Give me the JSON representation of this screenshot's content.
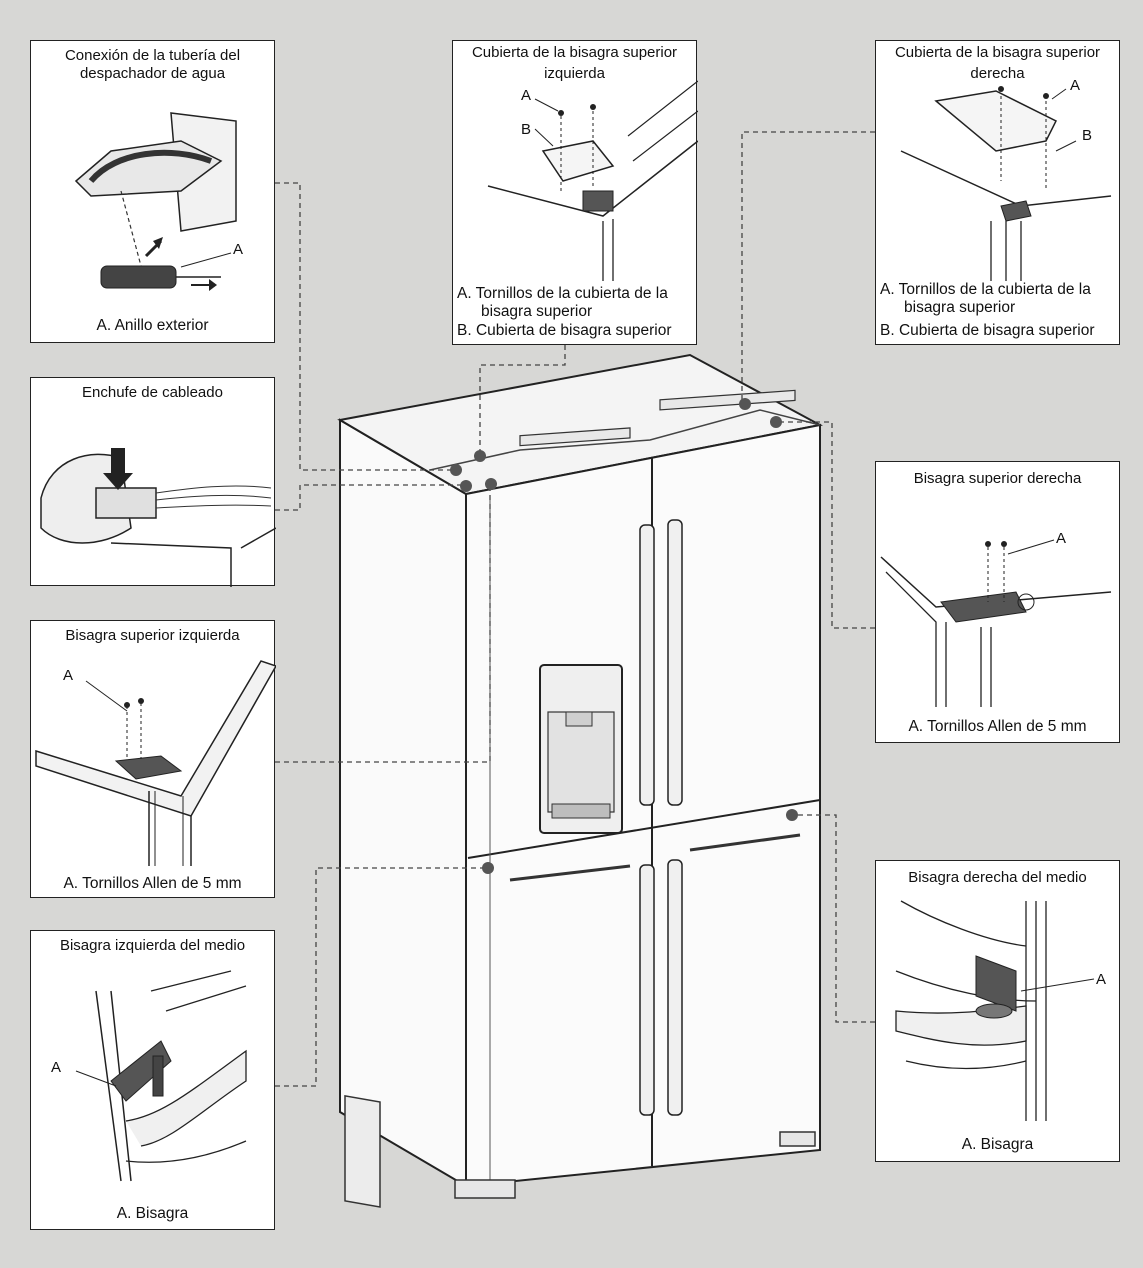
{
  "panels": {
    "water": {
      "title": "Conexión de la tubería del despachador de agua",
      "caption": "A. Anillo exterior",
      "label_a": "A"
    },
    "wiring": {
      "title": "Enchufe de cableado"
    },
    "left_top_hinge": {
      "title": "Bisagra superior izquierda",
      "caption": "A. Tornillos Allen de 5 mm",
      "label_a": "A"
    },
    "left_mid_hinge": {
      "title": "Bisagra izquierda del medio",
      "caption": "A. Bisagra",
      "label_a": "A"
    },
    "left_cover": {
      "title_1": "Cubierta de la bisagra superior",
      "title_2": "izquierda",
      "caption_a1": "A. Tornillos de la cubierta de la",
      "caption_a2": "bisagra superior",
      "caption_b": "B. Cubierta de bisagra superior",
      "label_a": "A",
      "label_b": "B"
    },
    "right_cover": {
      "title_1": "Cubierta de la bisagra superior",
      "title_2": "derecha",
      "caption_a1": "A. Tornillos de la cubierta de la",
      "caption_a2": "bisagra superior",
      "caption_b": "B. Cubierta de bisagra superior",
      "label_a": "A",
      "label_b": "B"
    },
    "right_top_hinge": {
      "title": "Bisagra superior derecha",
      "caption": "A. Tornillos Allen de 5 mm",
      "label_a": "A"
    },
    "right_mid_hinge": {
      "title": "Bisagra derecha del medio",
      "caption": "A. Bisagra",
      "label_a": "A"
    }
  },
  "colors": {
    "background": "#d7d7d5",
    "panel": "#ffffff",
    "line": "#222222",
    "marker": "#555555"
  }
}
